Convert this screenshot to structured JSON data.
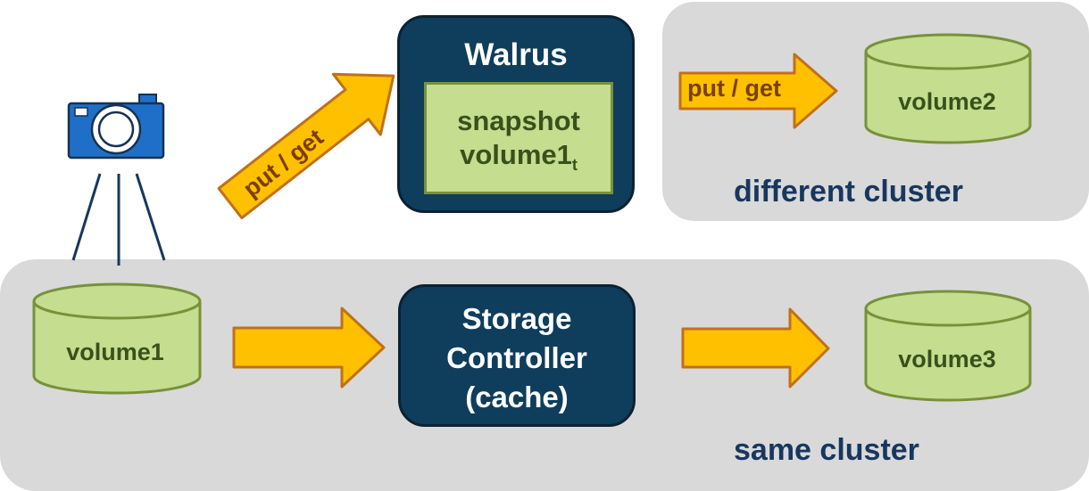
{
  "walrus": {
    "title": "Walrus",
    "snapshot_line1": "snapshot",
    "snapshot_line2": "volume1",
    "snapshot_sub": "t"
  },
  "storage_controller": {
    "line1": "Storage",
    "line2": "Controller",
    "line3": "(cache)"
  },
  "volumes": {
    "v1": "volume1",
    "v2": "volume2",
    "v3": "volume3"
  },
  "arrows": {
    "diag_label": "put / get",
    "top_right_label": "put / get"
  },
  "clusters": {
    "different": "different cluster",
    "same": "same cluster"
  },
  "colors": {
    "panel": "#d9d9d9",
    "navy": "#0f3d5c",
    "volume_fill": "#c4dd8e",
    "volume_stroke": "#78913a",
    "arrow_fill": "#ffc000",
    "arrow_stroke": "#c0701a",
    "camera": "#1f6fc8",
    "caption": "#17375e"
  },
  "icons": {
    "camera": "camera-icon"
  }
}
